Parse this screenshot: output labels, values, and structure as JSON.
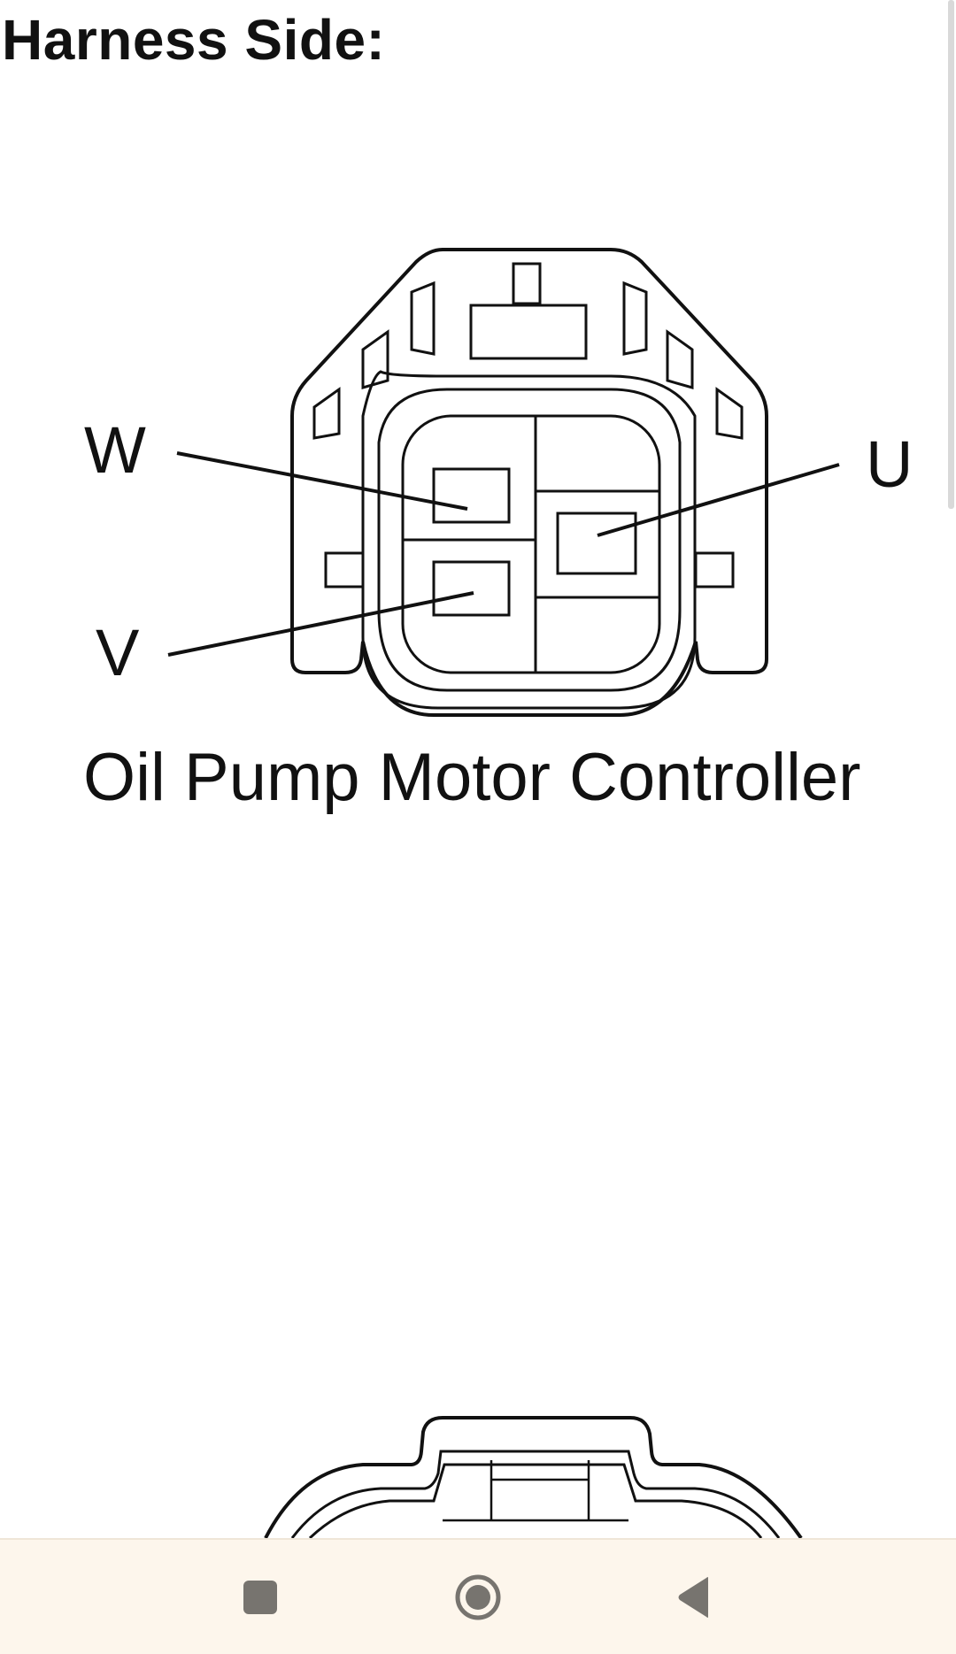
{
  "heading": "Harness Side:",
  "diagram": {
    "pins": {
      "w": "W",
      "u": "U",
      "v": "V"
    },
    "caption": "Oil Pump Motor Controller"
  },
  "navbar": {
    "icons": [
      "recents-square-icon",
      "home-circle-icon",
      "back-triangle-icon"
    ],
    "background": "#fdf6ec",
    "icon_color": "#77746f"
  }
}
